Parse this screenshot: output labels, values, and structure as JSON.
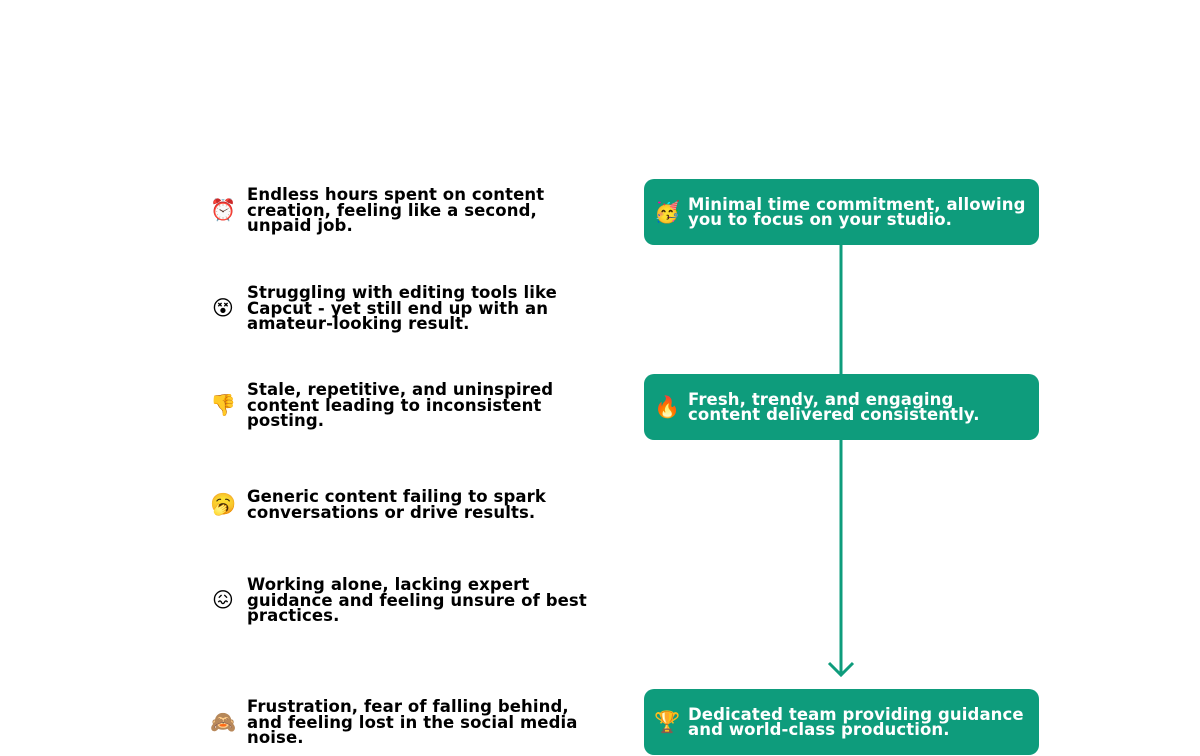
{
  "pains": [
    {
      "icon": "⏰",
      "icon_name": "alarm-clock-icon",
      "text": "Endless hours spent on content creation, feeling like a second, unpaid job."
    },
    {
      "icon": "😵",
      "icon_name": "dizzy-face-icon",
      "text": "Struggling with editing tools like Capcut - yet still end up with an amateur-looking result."
    },
    {
      "icon": "👎",
      "icon_name": "thumbs-down-icon",
      "text": "Stale, repetitive, and uninspired content leading to inconsistent posting."
    },
    {
      "icon": "🥱",
      "icon_name": "yawning-face-icon",
      "text": "Generic content failing to spark conversations or drive results."
    },
    {
      "icon": "😖",
      "icon_name": "confounded-face-icon",
      "text": "Working alone, lacking expert guidance and feeling unsure of best practices."
    },
    {
      "icon": "🙈",
      "icon_name": "see-no-evil-monkey-icon",
      "text": "Frustration, fear of falling behind, and feeling lost in the social media noise."
    }
  ],
  "solutions": [
    {
      "icon": "🥳",
      "icon_name": "party-face-icon",
      "text": "Minimal time commitment, allowing you to focus on your studio."
    },
    {
      "icon": "🔥",
      "icon_name": "fire-icon",
      "text": "Fresh, trendy, and engaging content delivered consistently."
    },
    {
      "icon": "🏆",
      "icon_name": "trophy-icon",
      "text": "Dedicated team providing guidance and world-class production."
    }
  ],
  "colors": {
    "card_bg": "#0e9c7c",
    "card_text": "#ffffff",
    "connector": "#0e9c7c",
    "pain_text": "#000000"
  }
}
